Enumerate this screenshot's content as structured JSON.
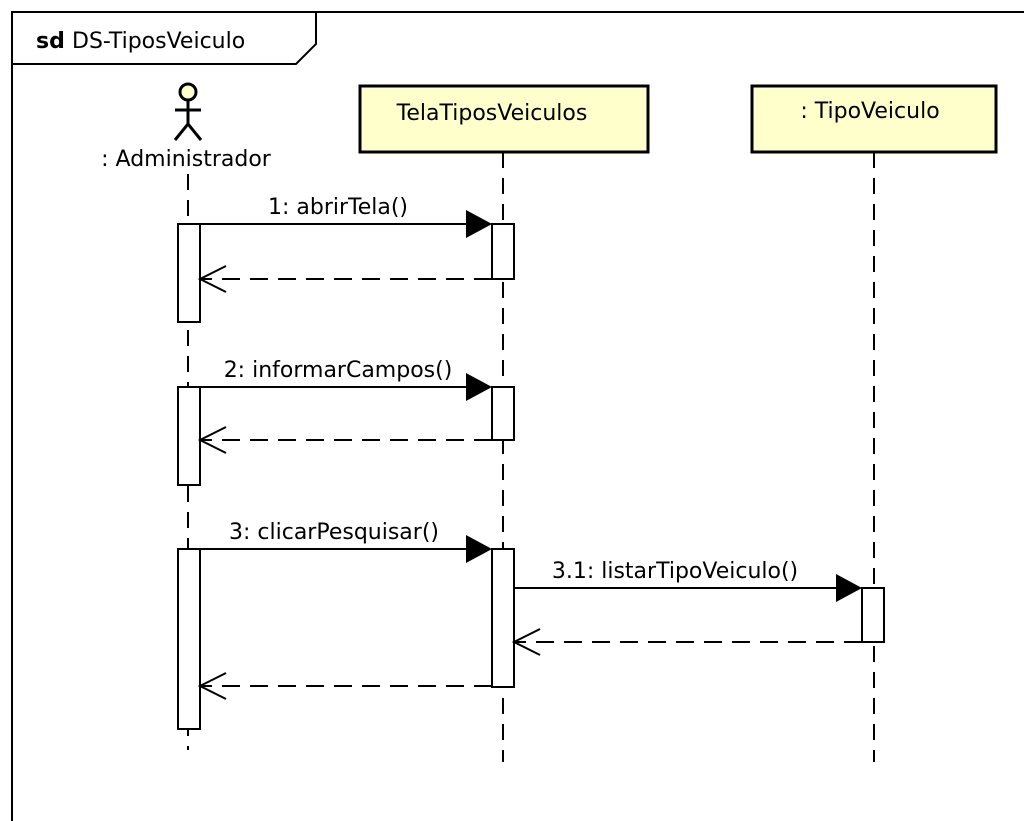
{
  "frame": {
    "keyword": "sd",
    "name": "DS-TiposVeiculo"
  },
  "actor": {
    "label": ": Administrador"
  },
  "lifelines": [
    {
      "label": "TelaTiposVeiculos"
    },
    {
      "label": ": TipoVeiculo"
    }
  ],
  "messages": [
    {
      "label": "1: abrirTela()"
    },
    {
      "label": "2: informarCampos()"
    },
    {
      "label": "3: clicarPesquisar()"
    },
    {
      "label": "3.1: listarTipoVeiculo()"
    }
  ],
  "colors": {
    "lifeline_box_fill": "#FFFFCC",
    "actor_head_fill": "#FFFFCC",
    "line": "#000000",
    "activation_fill": "#FFFFFF"
  }
}
